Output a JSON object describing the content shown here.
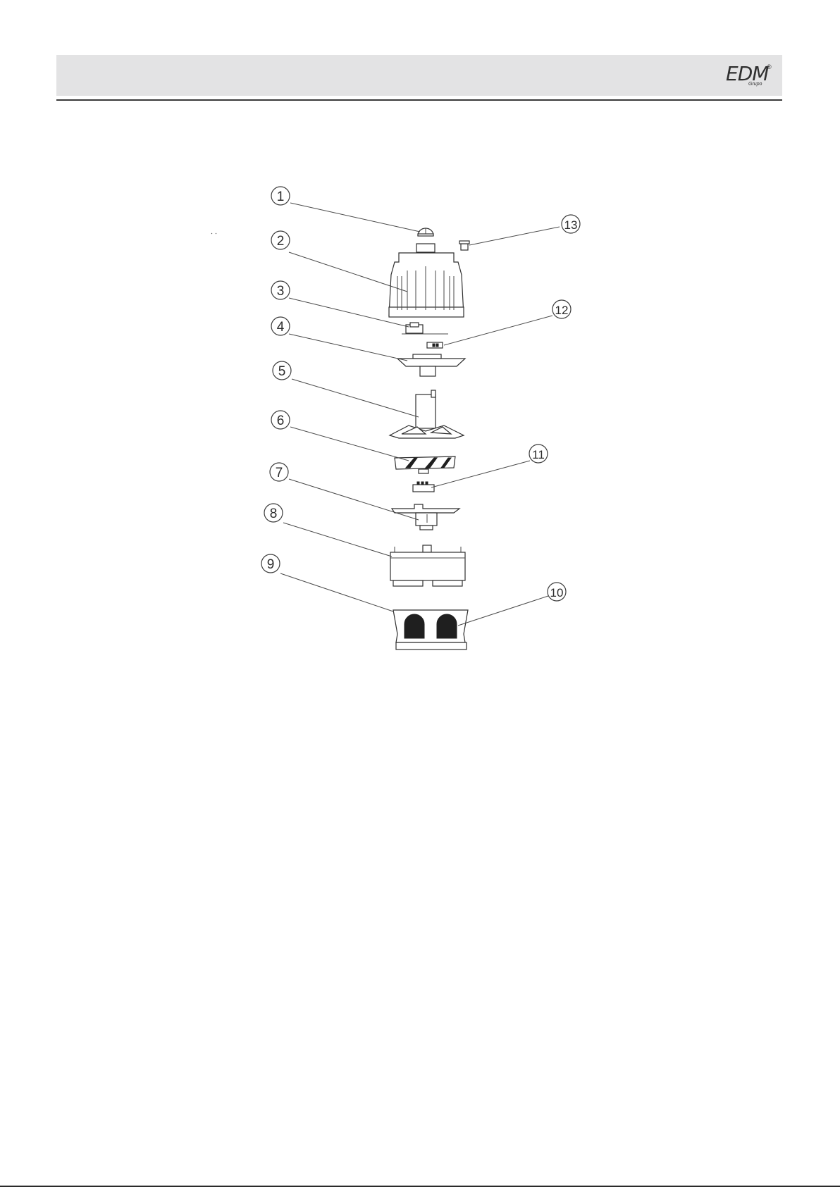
{
  "header": {
    "logo_text": "EDM",
    "logo_registered": "®",
    "logo_subtext": "Grupo"
  },
  "callouts": [
    "1",
    "2",
    "3",
    "4",
    "5",
    "6",
    "7",
    "8",
    "9",
    "10",
    "11",
    "12",
    "13"
  ]
}
